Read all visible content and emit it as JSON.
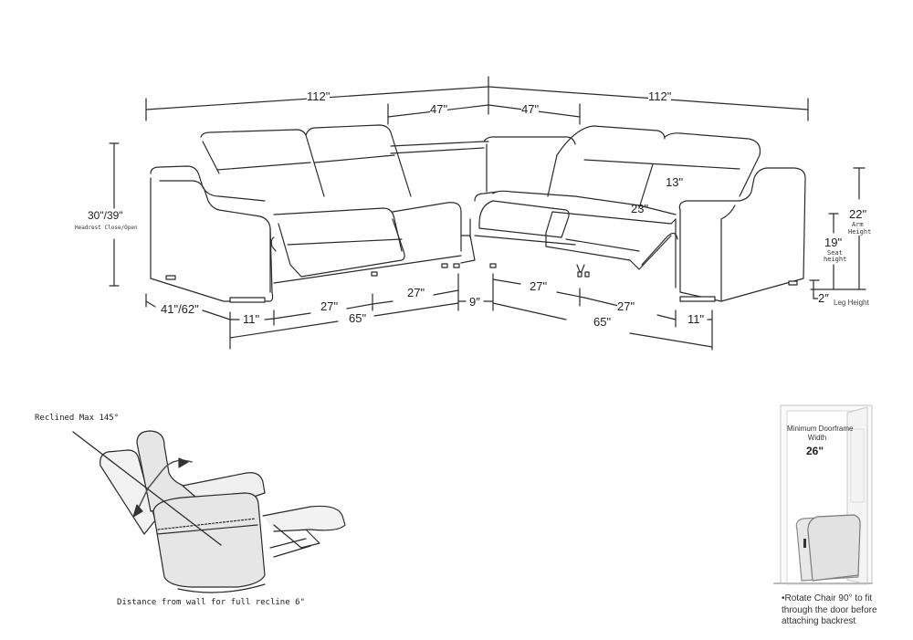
{
  "diagram": {
    "title": "Sectional sofa dimension drawing",
    "overall": {
      "left_length": "112\"",
      "right_length": "112\"",
      "corner_left": "47\"",
      "corner_right": "47\""
    },
    "left_side": {
      "height": "30\"/39\"",
      "height_note": "Headrest Close/Open",
      "depth": "41\"/62\"",
      "arm_width": "11\"",
      "seat_1": "27\"",
      "seat_2": "27\"",
      "total": "65\""
    },
    "corner_gap": "9″",
    "right_side": {
      "seat_1": "27\"",
      "seat_2": "27\"",
      "arm_width": "11\"",
      "total": "65\"",
      "headrest_height": "13\"",
      "seat_depth": "23\""
    },
    "heights": {
      "arm_value": "22\"",
      "arm_label_1": "Arm",
      "arm_label_2": "Height",
      "seat_value": "19\"",
      "seat_label_1": "Seat",
      "seat_label_2": "height",
      "leg_value": "2″",
      "leg_label": "Leg Height"
    },
    "recliner": {
      "angle_label": "Reclined Max 145°",
      "wall_distance": "Distance from wall for full recline 6\""
    },
    "doorframe": {
      "title_1": "Minimum Doorframe",
      "title_2": "Width",
      "width": "26\"",
      "note": "•Rotate Chair 90° to fit through the door before attaching backrest"
    },
    "colors": {
      "line": "#2a2a2a",
      "chair_fill": "#e6e6e6",
      "background": "#ffffff"
    }
  }
}
